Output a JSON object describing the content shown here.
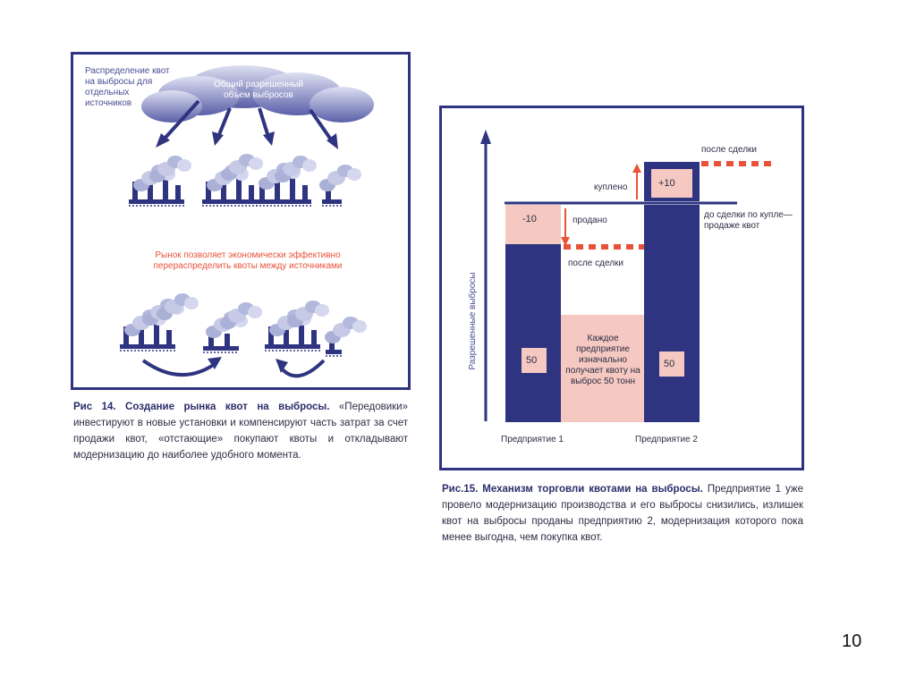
{
  "fig14": {
    "distribution_label": "Распределение квот на выбросы для отдельных источников",
    "cloud_label": "Общий разрешенный объем выбросов",
    "market_label": "Рынок позволяет экономически эффективно перераспределить квоты между источниками"
  },
  "caption14": {
    "title": "Рис 14. Создание рынка квот на выбросы.",
    "text": "«Передовики» инвестируют в новые установки и компенсируют часть затрат за счет продажи квот, «отстающие» покупают квоты и откладывают модернизацию до наиболее удобного момента."
  },
  "fig15": {
    "y_axis_label": "Разрешенные выбросы",
    "enterprise1": "Предприятие 1",
    "enterprise2": "Предприятие 2",
    "minus10": "-10",
    "plus10": "+10",
    "value50_1": "50",
    "value50_2": "50",
    "sold": "продано",
    "bought": "куплено",
    "after_deal_1": "после сделки",
    "after_deal_2": "после сделки",
    "before_deal": "до сделки по купле—продаже квот",
    "initial_quota": "Каждое предприятие изначально получает квоту на выброс 50 тонн"
  },
  "caption15": {
    "title": "Рис.15. Механизм торговли квотами на выбросы.",
    "text": "Предприятие 1 уже провело модернизацию производства и его выбросы снизились, излишек квот на выбросы проданы предприятию 2, модернизация которого пока менее выгодна, чем покупка квот."
  },
  "page_number": "10",
  "colors": {
    "navy": "#2e3480",
    "pink": "#f5c9c1",
    "red": "#e8523a",
    "smoke": "#aab0d6"
  }
}
